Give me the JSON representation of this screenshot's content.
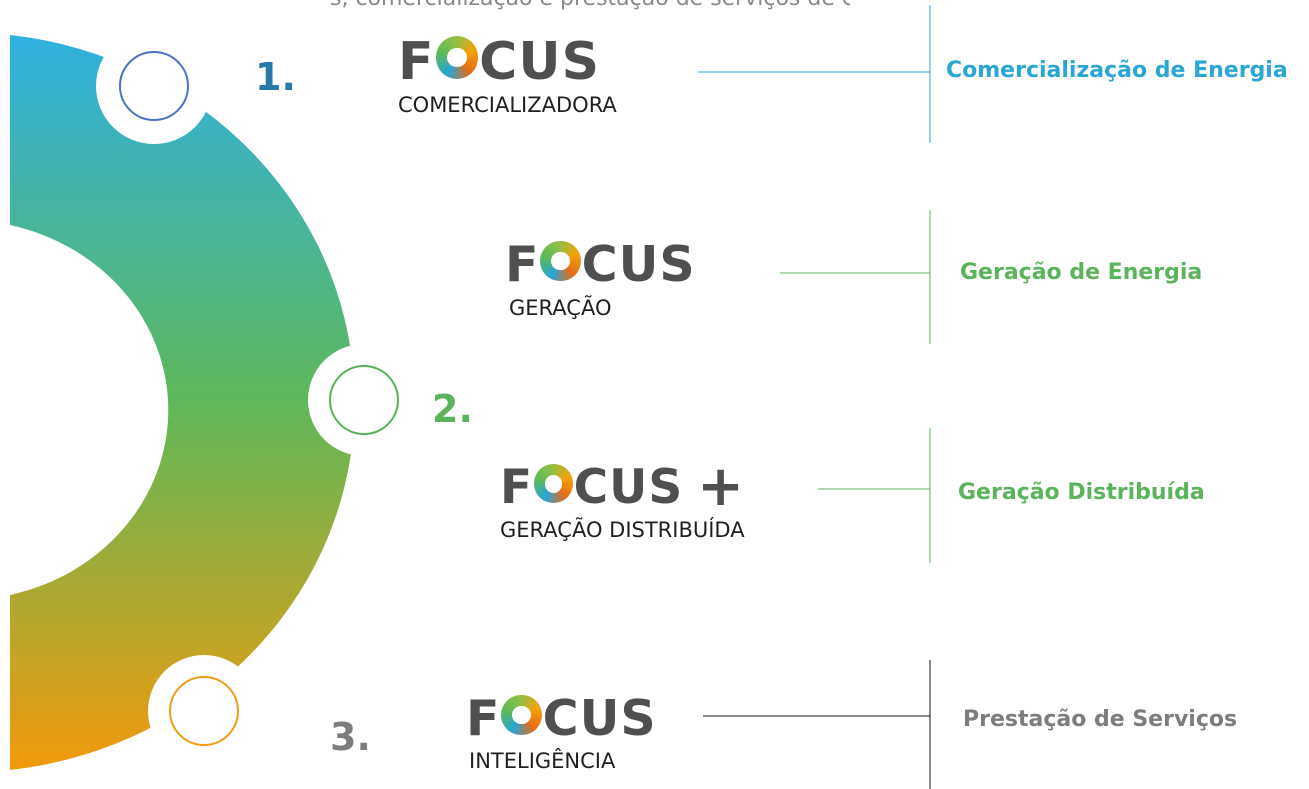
{
  "colors": {
    "blue": "#2aa6d5",
    "green": "#5bb35c",
    "orange": "#f39a10",
    "gray": "#7d7d7d",
    "dark_blue": "#2678a8",
    "logo_text": "#4f4f4f"
  },
  "header_fragment": "s, comercialização e prestação de serviços de energia",
  "steps": [
    {
      "number": "1.",
      "color": "#2678a8"
    },
    {
      "number": "2.",
      "color": "#5bb35c"
    },
    {
      "number": "3.",
      "color": "#7d7d7d"
    }
  ],
  "brands": [
    {
      "logo": "FOCUS",
      "plus": "",
      "subtitle": "COMERCIALIZADORA",
      "service": "Comercialização de Energia",
      "color": "#2aa6d5"
    },
    {
      "logo": "FOCUS",
      "plus": "",
      "subtitle": "GERAÇÃO",
      "service": "Geração de Energia",
      "color": "#5bb35c"
    },
    {
      "logo": "FOCUS",
      "plus": "+",
      "subtitle": "GERAÇÃO DISTRIBUÍDA",
      "service": "Geração Distribuída",
      "color": "#5bb35c"
    },
    {
      "logo": "FOCUS",
      "plus": "",
      "subtitle": "INTELIGÊNCIA",
      "service": "Prestação de Serviços",
      "color": "#7d7d7d"
    }
  ]
}
